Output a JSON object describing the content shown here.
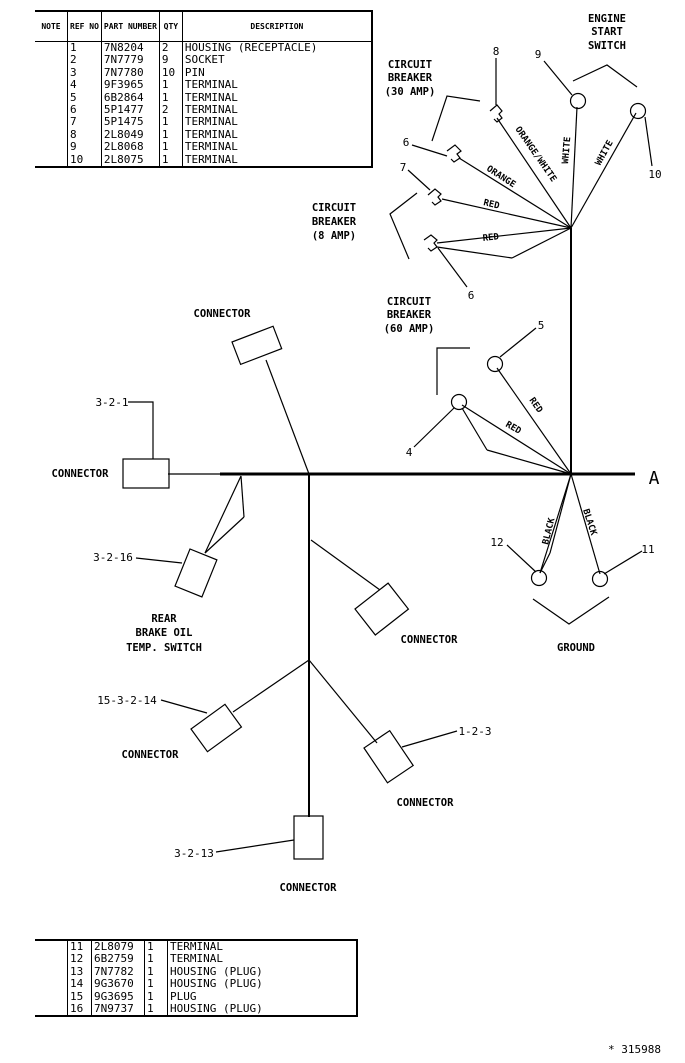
{
  "table_headers": {
    "note": "NOTE",
    "ref": "REF NO",
    "part": "PART NUMBER",
    "qty": "QTY",
    "desc": "DESCRIPTION"
  },
  "parts_top": [
    {
      "ref": "1",
      "part": "7N8204",
      "qty": "2",
      "desc": "HOUSING (RECEPTACLE)"
    },
    {
      "ref": "2",
      "part": "7N7779",
      "qty": "9",
      "desc": "SOCKET"
    },
    {
      "ref": "3",
      "part": "7N7780",
      "qty": "10",
      "desc": "PIN"
    },
    {
      "ref": "4",
      "part": "9F3965",
      "qty": "1",
      "desc": "TERMINAL"
    },
    {
      "ref": "5",
      "part": "6B2864",
      "qty": "1",
      "desc": "TERMINAL"
    },
    {
      "ref": "6",
      "part": "5P1477",
      "qty": "2",
      "desc": "TERMINAL"
    },
    {
      "ref": "7",
      "part": "5P1475",
      "qty": "1",
      "desc": "TERMINAL"
    },
    {
      "ref": "8",
      "part": "2L8049",
      "qty": "1",
      "desc": "TERMINAL"
    },
    {
      "ref": "9",
      "part": "2L8068",
      "qty": "1",
      "desc": "TERMINAL"
    },
    {
      "ref": "10",
      "part": "2L8075",
      "qty": "1",
      "desc": "TERMINAL"
    }
  ],
  "parts_bottom": [
    {
      "ref": "11",
      "part": "2L8079",
      "qty": "1",
      "desc": "TERMINAL"
    },
    {
      "ref": "12",
      "part": "6B2759",
      "qty": "1",
      "desc": "TERMINAL"
    },
    {
      "ref": "13",
      "part": "7N7782",
      "qty": "1",
      "desc": "HOUSING (PLUG)"
    },
    {
      "ref": "14",
      "part": "9G3670",
      "qty": "1",
      "desc": "HOUSING (PLUG)"
    },
    {
      "ref": "15",
      "part": "9G3695",
      "qty": "1",
      "desc": "PLUG"
    },
    {
      "ref": "16",
      "part": "7N9737",
      "qty": "1",
      "desc": "HOUSING (PLUG)"
    }
  ],
  "labels": {
    "engine": [
      "ENGINE",
      "START",
      "SWITCH"
    ],
    "cb30": [
      "CIRCUIT",
      "BREAKER",
      "(30 AMP)"
    ],
    "cb8": [
      "CIRCUIT",
      "BREAKER",
      "(8 AMP)"
    ],
    "cb60": [
      "CIRCUIT",
      "BREAKER",
      "(60 AMP)"
    ],
    "rear": [
      "REAR",
      "BRAKE OIL",
      "TEMP. SWITCH"
    ],
    "connector": "CONNECTOR",
    "ground": "GROUND",
    "view": "A"
  },
  "wires": {
    "orange_white": "ORANGE/WHITE",
    "orange": "ORANGE",
    "white": "WHITE",
    "red": "RED",
    "black": "BLACK"
  },
  "callouts": {
    "n8": "8",
    "n9": "9",
    "n10": "10",
    "n6a": "6",
    "n7": "7",
    "n6b": "6",
    "n5": "5",
    "n4": "4",
    "n12": "12",
    "n11": "11",
    "c321": "3-2-1",
    "c3216": "3-2-16",
    "c153214": "15-3-2-14",
    "c123": "1-2-3",
    "c3213": "3-2-13"
  },
  "footer": "* 315988"
}
